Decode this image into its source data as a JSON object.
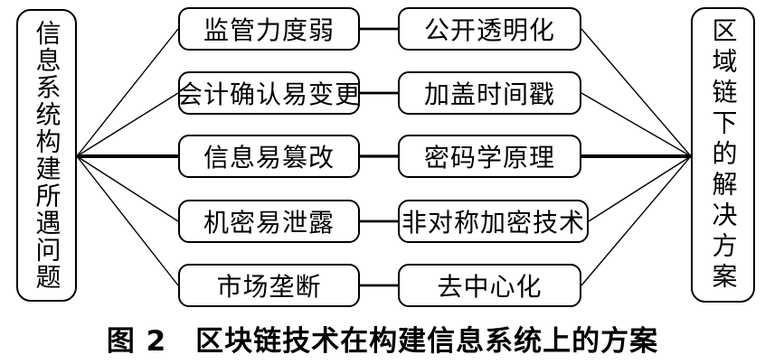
{
  "colors": {
    "line": "#000000",
    "background": "#ffffff",
    "text": "#000000"
  },
  "diagram": {
    "left_box": "信息系统构建所遇问题",
    "right_box": "区域链下的解决方案",
    "rows": [
      {
        "problem": "监管力度弱",
        "solution": "公开透明化"
      },
      {
        "problem": "会计确认易变更",
        "solution": "加盖时间戳"
      },
      {
        "problem": "信息易篡改",
        "solution": "密码学原理"
      },
      {
        "problem": "机密易泄露",
        "solution": "非对称加密技术"
      },
      {
        "problem": "市场垄断",
        "solution": "去中心化"
      }
    ],
    "caption": "图 2　区块链技术在构建信息系统上的方案"
  }
}
